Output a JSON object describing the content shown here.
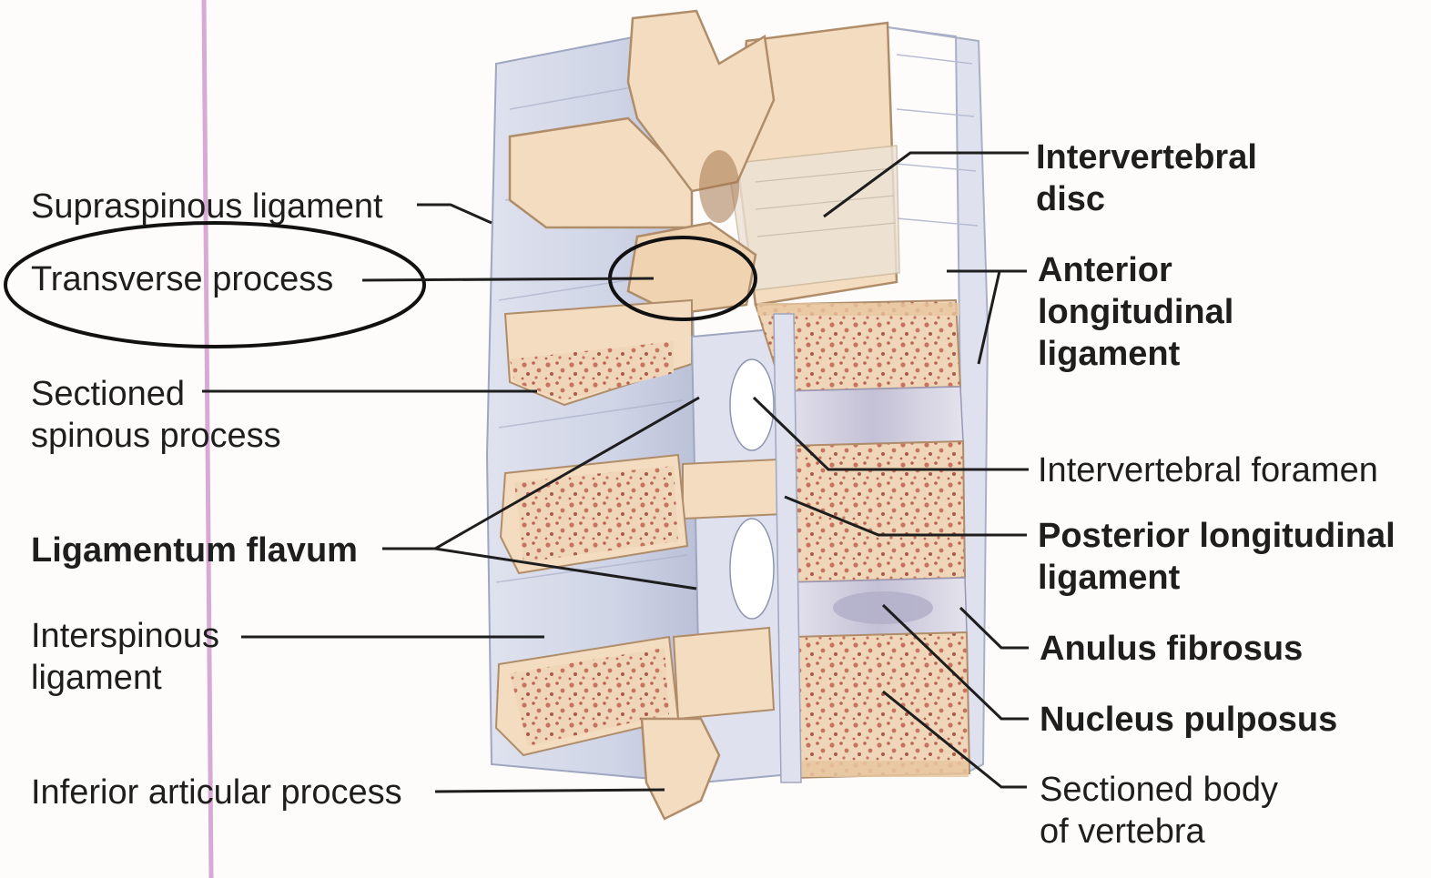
{
  "labels_left": {
    "supraspinous": "Supraspinous ligament",
    "transverse": "Transverse process",
    "sectioned_spinous": [
      "Sectioned",
      "spinous process"
    ],
    "ligamentum_flavum": "Ligamentum flavum",
    "interspinous": [
      "Interspinous",
      "ligament"
    ],
    "inferior_articular": "Inferior articular process"
  },
  "labels_right": {
    "intervertebral_disc": [
      "Intervertebral",
      "disc"
    ],
    "anterior_longitudinal": [
      "Anterior",
      "longitudinal",
      "ligament"
    ],
    "intervertebral_foramen": "Intervertebral foramen",
    "posterior_longitudinal": [
      "Posterior longitudinal",
      "ligament"
    ],
    "anulus_fibrosus": "Anulus fibrosus",
    "nucleus_pulposus": "Nucleus pulposus",
    "sectioned_body": [
      "Sectioned body",
      "of vertebra"
    ]
  },
  "colors": {
    "bone": "#f3dcbf",
    "bone_shadow": "#e2bf98",
    "ligament": "#cfd4e6",
    "ligament_dark": "#aeb4cc",
    "disc": "#c9c6d8",
    "marrow_spot": "#c8735f",
    "margin_line": "#d7a9d4",
    "leader_line": "#1e1e1e"
  }
}
